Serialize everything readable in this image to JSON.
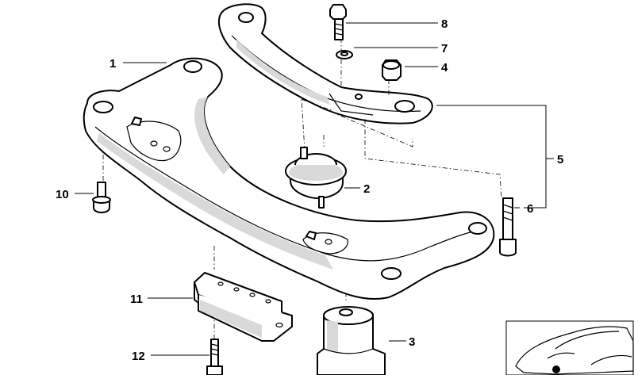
{
  "diagram": {
    "callouts": [
      {
        "id": "1",
        "label": "1"
      },
      {
        "id": "2",
        "label": "2"
      },
      {
        "id": "3",
        "label": "3"
      },
      {
        "id": "4",
        "label": "4"
      },
      {
        "id": "5",
        "label": "5"
      },
      {
        "id": "6",
        "label": "6"
      },
      {
        "id": "7",
        "label": "7"
      },
      {
        "id": "8",
        "label": "8"
      },
      {
        "id": "10",
        "label": "10"
      },
      {
        "id": "11",
        "label": "11"
      },
      {
        "id": "12",
        "label": "12"
      }
    ],
    "colors": {
      "line": "#000000",
      "shade": "#d9d9d9",
      "background": "#ffffff"
    }
  }
}
